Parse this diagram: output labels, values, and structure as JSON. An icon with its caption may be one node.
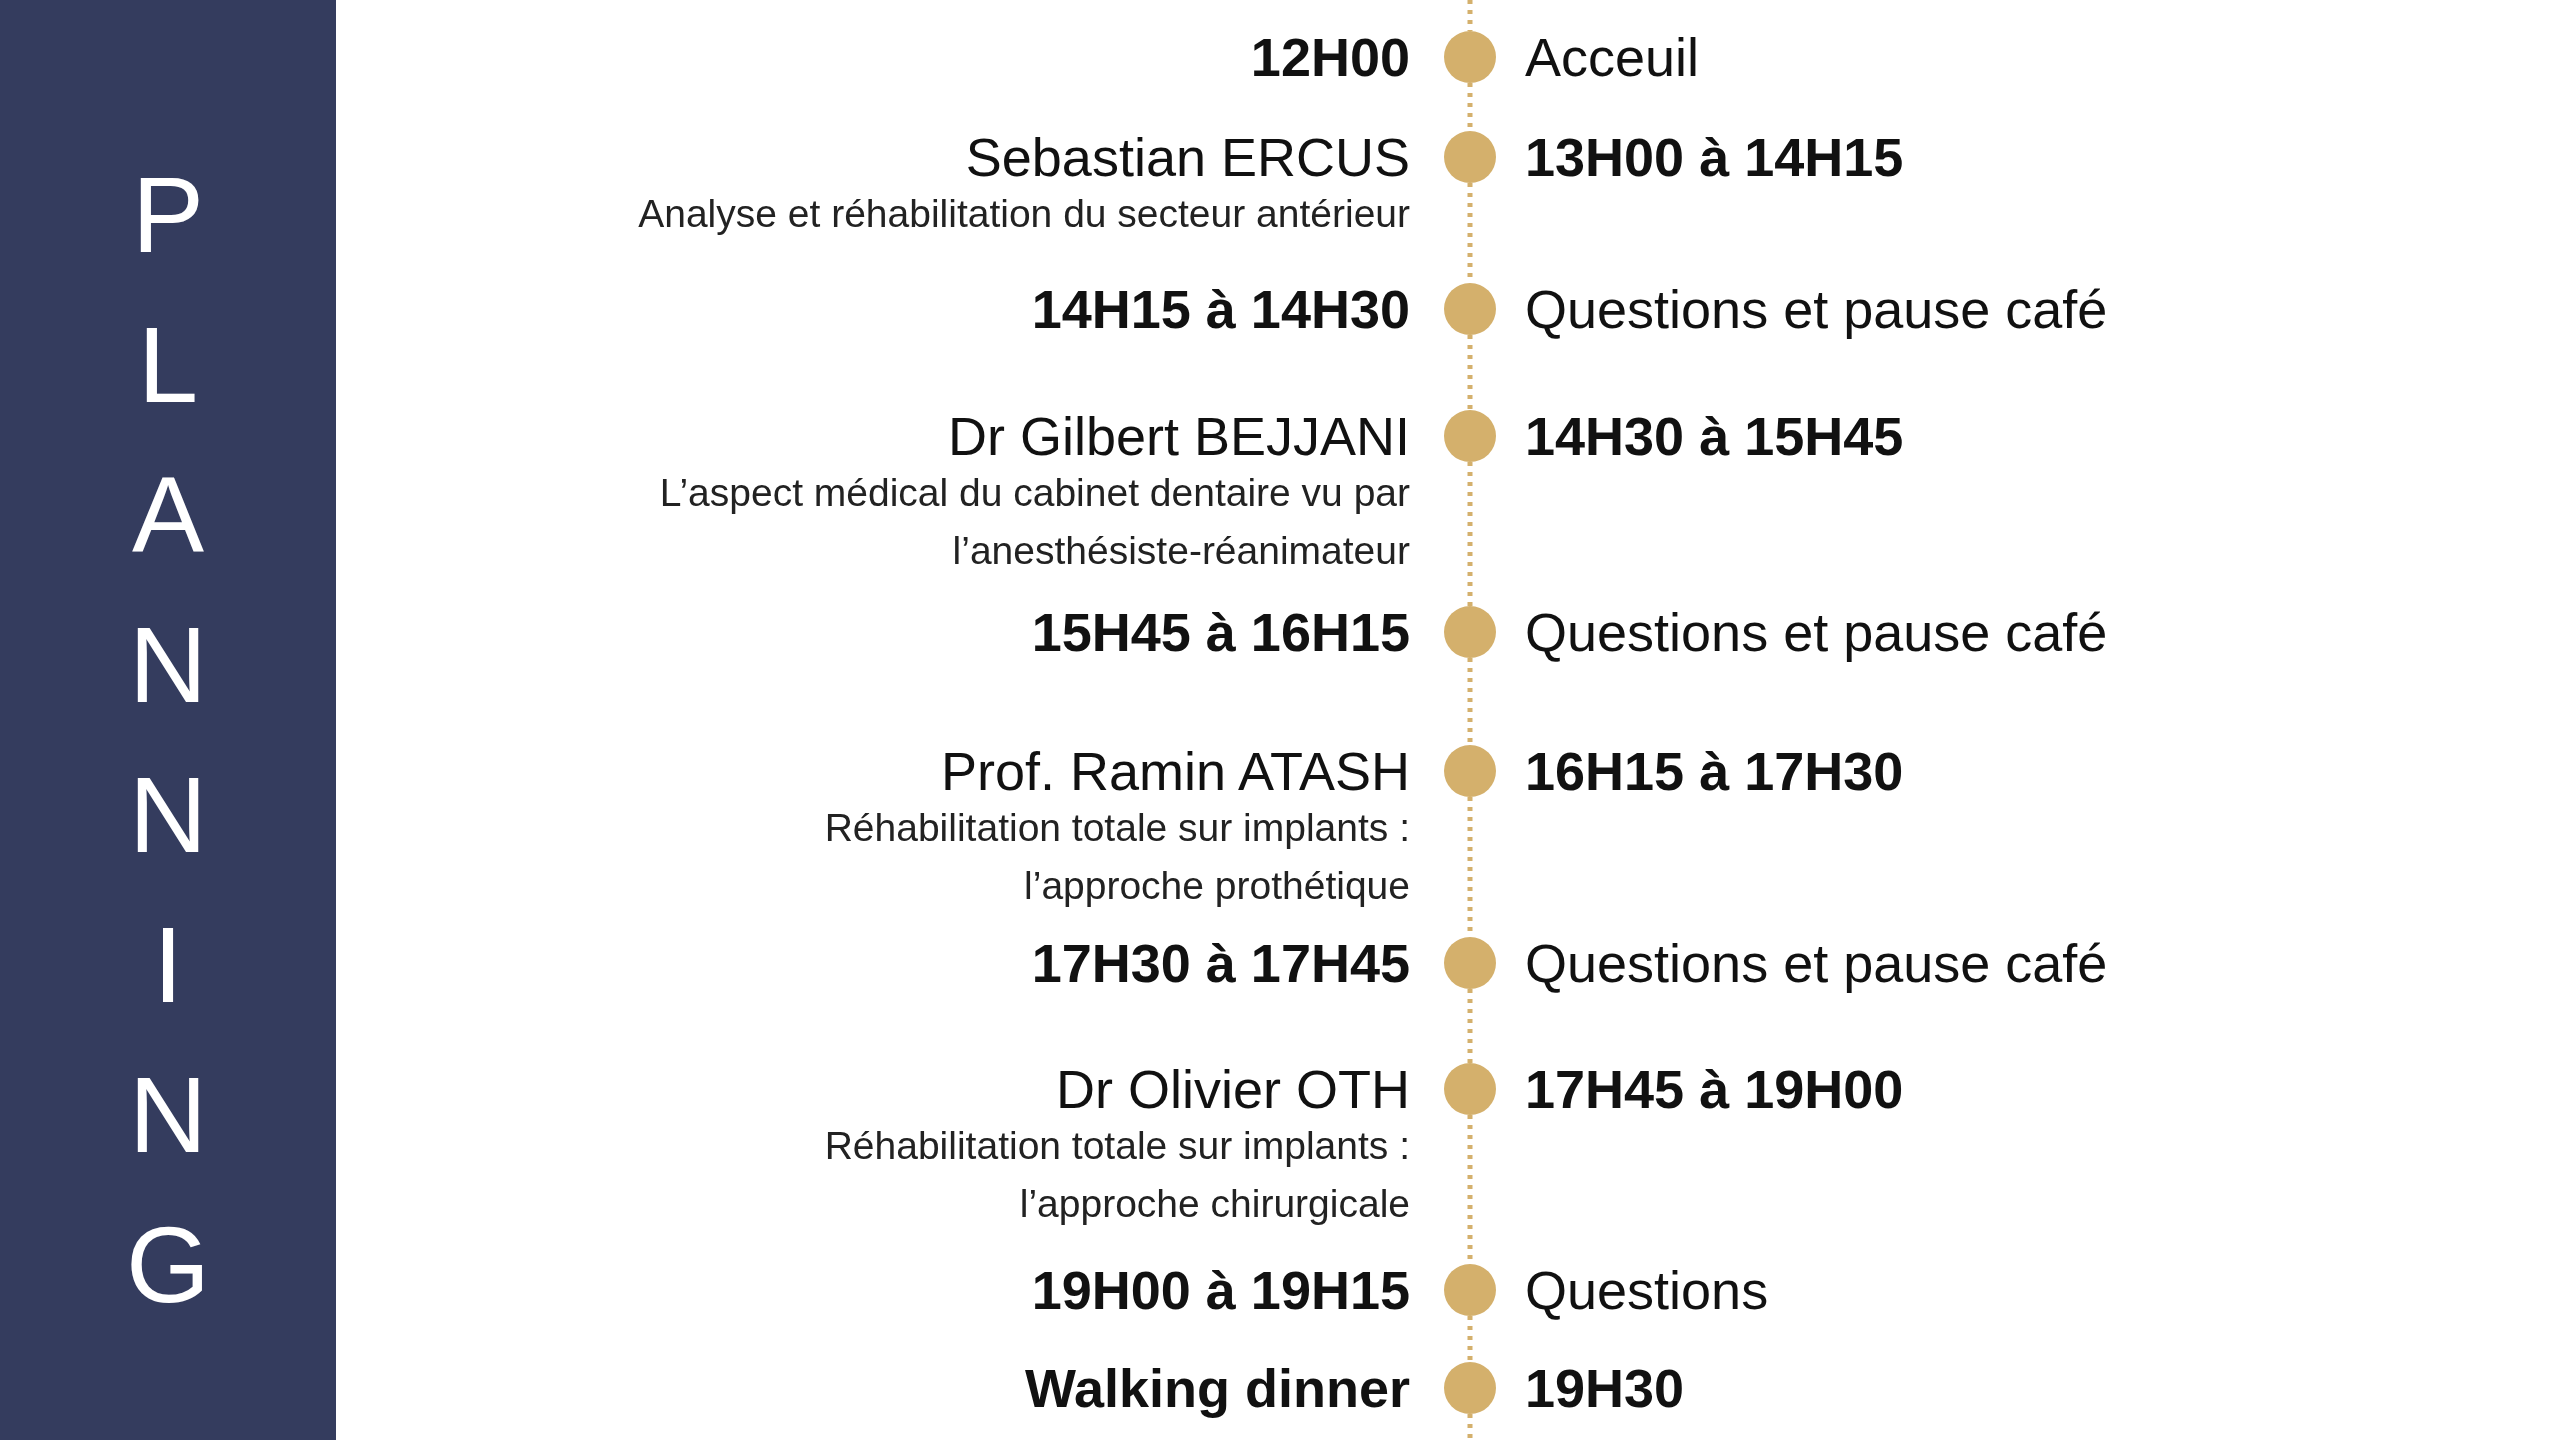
{
  "diagram": {
    "nodes": [
      {
        "text": [
          "PLANNING"
        ]
      },
      {
        "text": [],
        "shape": "circle",
        "beside": [
          "12H00",
          "Acceuil"
        ]
      },
      {
        "text": [],
        "shape": "circle",
        "beside": [
          "Sebastian ERCUS",
          "Analyse et réhabilitation du secteur antérieur",
          "13H00 à 14H15"
        ]
      },
      {
        "text": [],
        "shape": "circle",
        "beside": [
          "14H15 à 14H30",
          "Questions et pause café"
        ]
      },
      {
        "text": [],
        "shape": "circle",
        "beside": [
          "Dr Gilbert BEJJANI",
          "L’aspect médical du cabinet dentaire vu par l’anesthésiste-réanimateur",
          "14H30 à 15H45"
        ]
      },
      {
        "text": [],
        "shape": "circle",
        "beside": [
          "15H45 à 16H15",
          "Questions et pause café"
        ]
      },
      {
        "text": [],
        "shape": "circle",
        "beside": [
          "Prof. Ramin ATASH",
          "Réhabilitation totale sur implants : l’approche prothétique",
          "16H15 à 17H30"
        ]
      },
      {
        "text": [],
        "shape": "circle",
        "beside": [
          "17H30 à 17H45",
          "Questions et pause café"
        ]
      },
      {
        "text": [],
        "shape": "circle",
        "beside": [
          "Dr Olivier OTH",
          "Réhabilitation totale sur implants : l’approche chirurgicale",
          "17H45 à 19H00"
        ]
      },
      {
        "text": [],
        "shape": "circle",
        "beside": [
          "19H00 à 19H15",
          "Questions"
        ]
      },
      {
        "text": [],
        "shape": "circle",
        "beside": [
          "Walking dinner",
          "19H30"
        ]
      }
    ],
    "edges": [
      {
        "from": null,
        "to": 1,
        "arrow": "none",
        "style": "dashed"
      },
      {
        "from": 1,
        "to": 2,
        "arrow": "none",
        "style": "dashed"
      },
      {
        "from": 2,
        "to": 3,
        "arrow": "none",
        "style": "dashed"
      },
      {
        "from": 3,
        "to": 4,
        "arrow": "none",
        "style": "dashed"
      },
      {
        "from": 4,
        "to": 5,
        "arrow": "none",
        "style": "dashed"
      },
      {
        "from": 5,
        "to": 6,
        "arrow": "none",
        "style": "dashed"
      },
      {
        "from": 6,
        "to": 7,
        "arrow": "none",
        "style": "dashed"
      },
      {
        "from": 7,
        "to": 8,
        "arrow": "none",
        "style": "dashed"
      },
      {
        "from": 8,
        "to": 9,
        "arrow": "none",
        "style": "dashed"
      },
      {
        "from": 9,
        "to": 10,
        "arrow": "none",
        "style": "dashed"
      },
      {
        "from": 10,
        "to": null,
        "arrow": "none",
        "style": "dashed"
      }
    ]
  }
}
